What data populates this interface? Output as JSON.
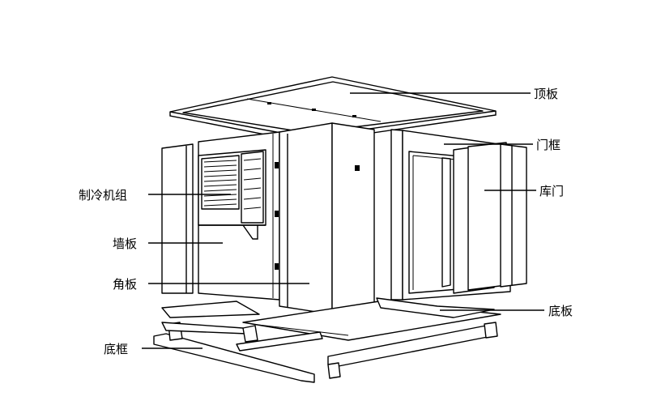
{
  "labels": {
    "top_panel": "顶板",
    "door_frame": "门框",
    "cold_room_door": "库门",
    "refrigeration_unit": "制冷机组",
    "wall_panel": "墙板",
    "corner_panel": "角板",
    "floor_panel": "底板",
    "floor_frame": "底框"
  }
}
